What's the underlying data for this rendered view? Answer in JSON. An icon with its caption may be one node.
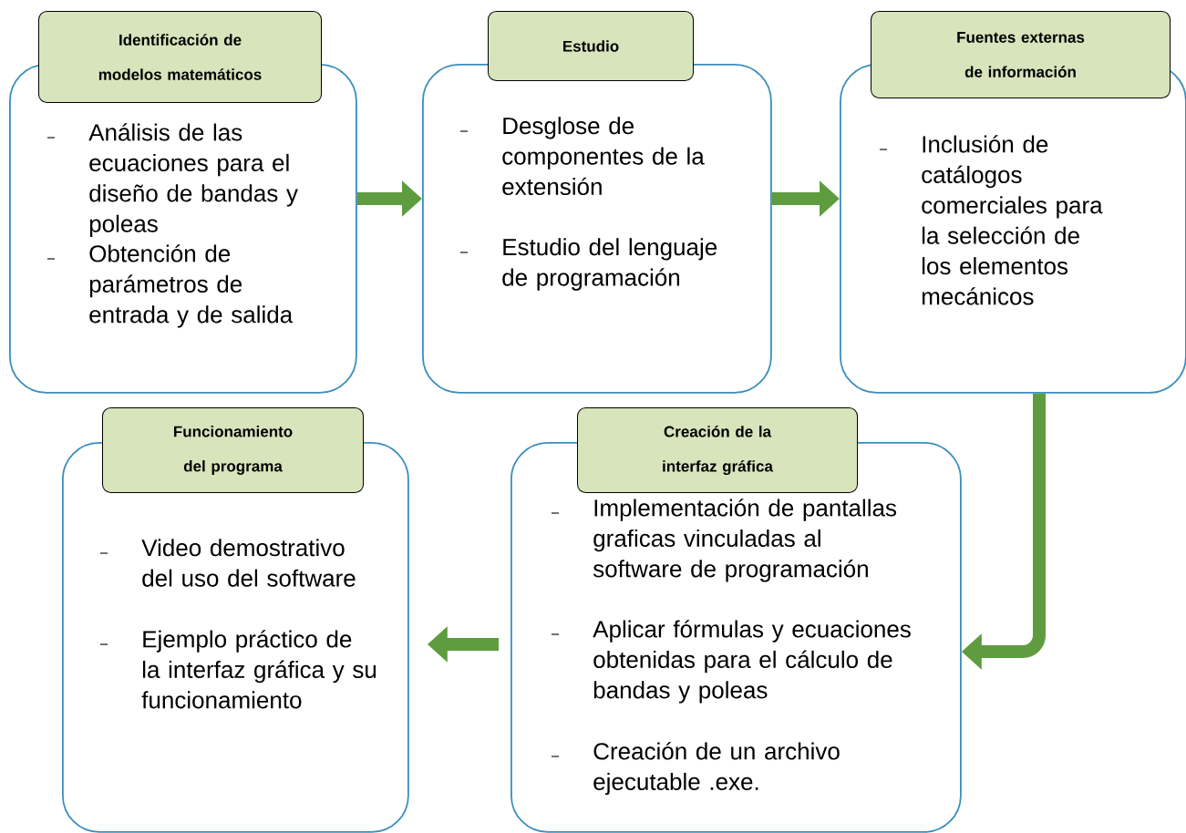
{
  "diagram": {
    "nodes": [
      {
        "text": [
          "Identificación de modelos matemáticos",
          "Análisis de las ecuaciones para el diseño de bandas y poleas",
          "Obtención de parámetros de entrada y de salida"
        ]
      },
      {
        "text": [
          "Estudio",
          "Desglose de componentes de la extensión",
          "Estudio del lenguaje de programación"
        ]
      },
      {
        "text": [
          "Fuentes externas de información",
          "Inclusión de catálogos comerciales para la selección de los elementos mecánicos"
        ]
      },
      {
        "text": [
          "Funcionamiento del programa",
          "Video demostrativo del uso del software",
          "Ejemplo práctico de la interfaz gráfica y su funcionamiento"
        ]
      },
      {
        "text": [
          "Creación de la interfaz gráfica",
          "Implementación de pantallas graficas vinculadas al software de programación",
          "Aplicar fórmulas y ecuaciones obtenidas para el cálculo de bandas y poleas",
          "Creación de un archivo ejecutable .exe."
        ]
      }
    ],
    "edges": [
      {
        "from": 0,
        "to": 1,
        "arrow": "to"
      },
      {
        "from": 1,
        "to": 2,
        "arrow": "to"
      },
      {
        "from": 2,
        "to": 4,
        "arrow": "to"
      },
      {
        "from": 4,
        "to": 3,
        "arrow": "to"
      }
    ]
  }
}
